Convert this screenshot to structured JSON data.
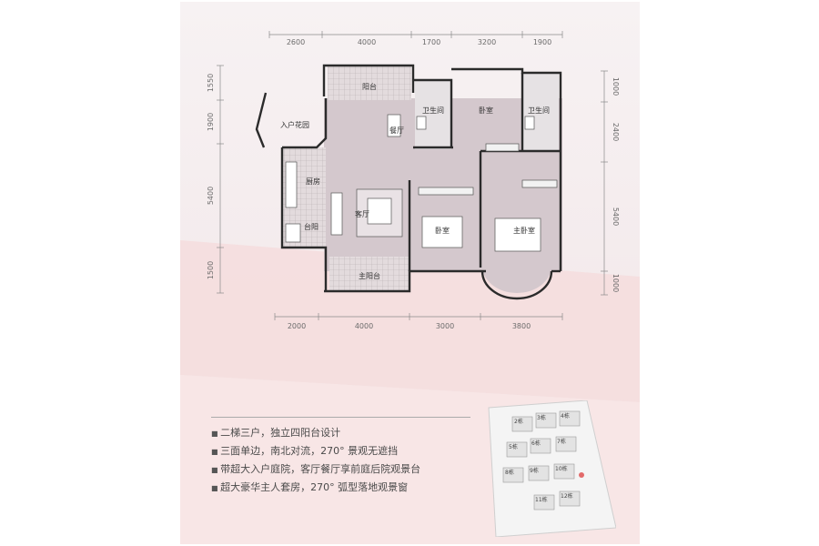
{
  "dimensions": {
    "top": [
      "2600",
      "4000",
      "1700",
      "3200",
      "1900"
    ],
    "bottom": [
      "2000",
      "4000",
      "3000",
      "3800"
    ],
    "left": [
      "1550",
      "1900",
      "5400",
      "1500"
    ],
    "right": [
      "1000",
      "2400",
      "5400",
      "1000"
    ]
  },
  "rooms": {
    "balcony": "阳台",
    "entry_garden": "入户花园",
    "dining": "餐厅",
    "bathroom_1": "卫生间",
    "bedroom_north": "卧室",
    "bathroom_2": "卫生间",
    "kitchen": "厨房",
    "living": "客厅",
    "utility_balcony": "台阳",
    "bedroom_middle": "卧室",
    "master_bedroom": "主卧室",
    "main_balcony": "主阳台"
  },
  "features": [
    "二梯三户，独立四阳台设计",
    "三面单边，南北对流，270° 景观无遮挡",
    "带超大入户庭院，客厅餐厅享前庭后院观景台",
    "超大豪华主人套房，270° 弧型落地观景窗"
  ],
  "site_map": {
    "buildings": [
      "2栋",
      "3栋",
      "4栋",
      "5栋",
      "6栋",
      "7栋",
      "8栋",
      "9栋",
      "10栋",
      "11栋",
      "12栋"
    ]
  },
  "colors": {
    "wall": "#2b2b2b",
    "floor": "#d3c6cc",
    "background_top": "#f7f1f2",
    "background_bottom": "#f6e3e3"
  }
}
